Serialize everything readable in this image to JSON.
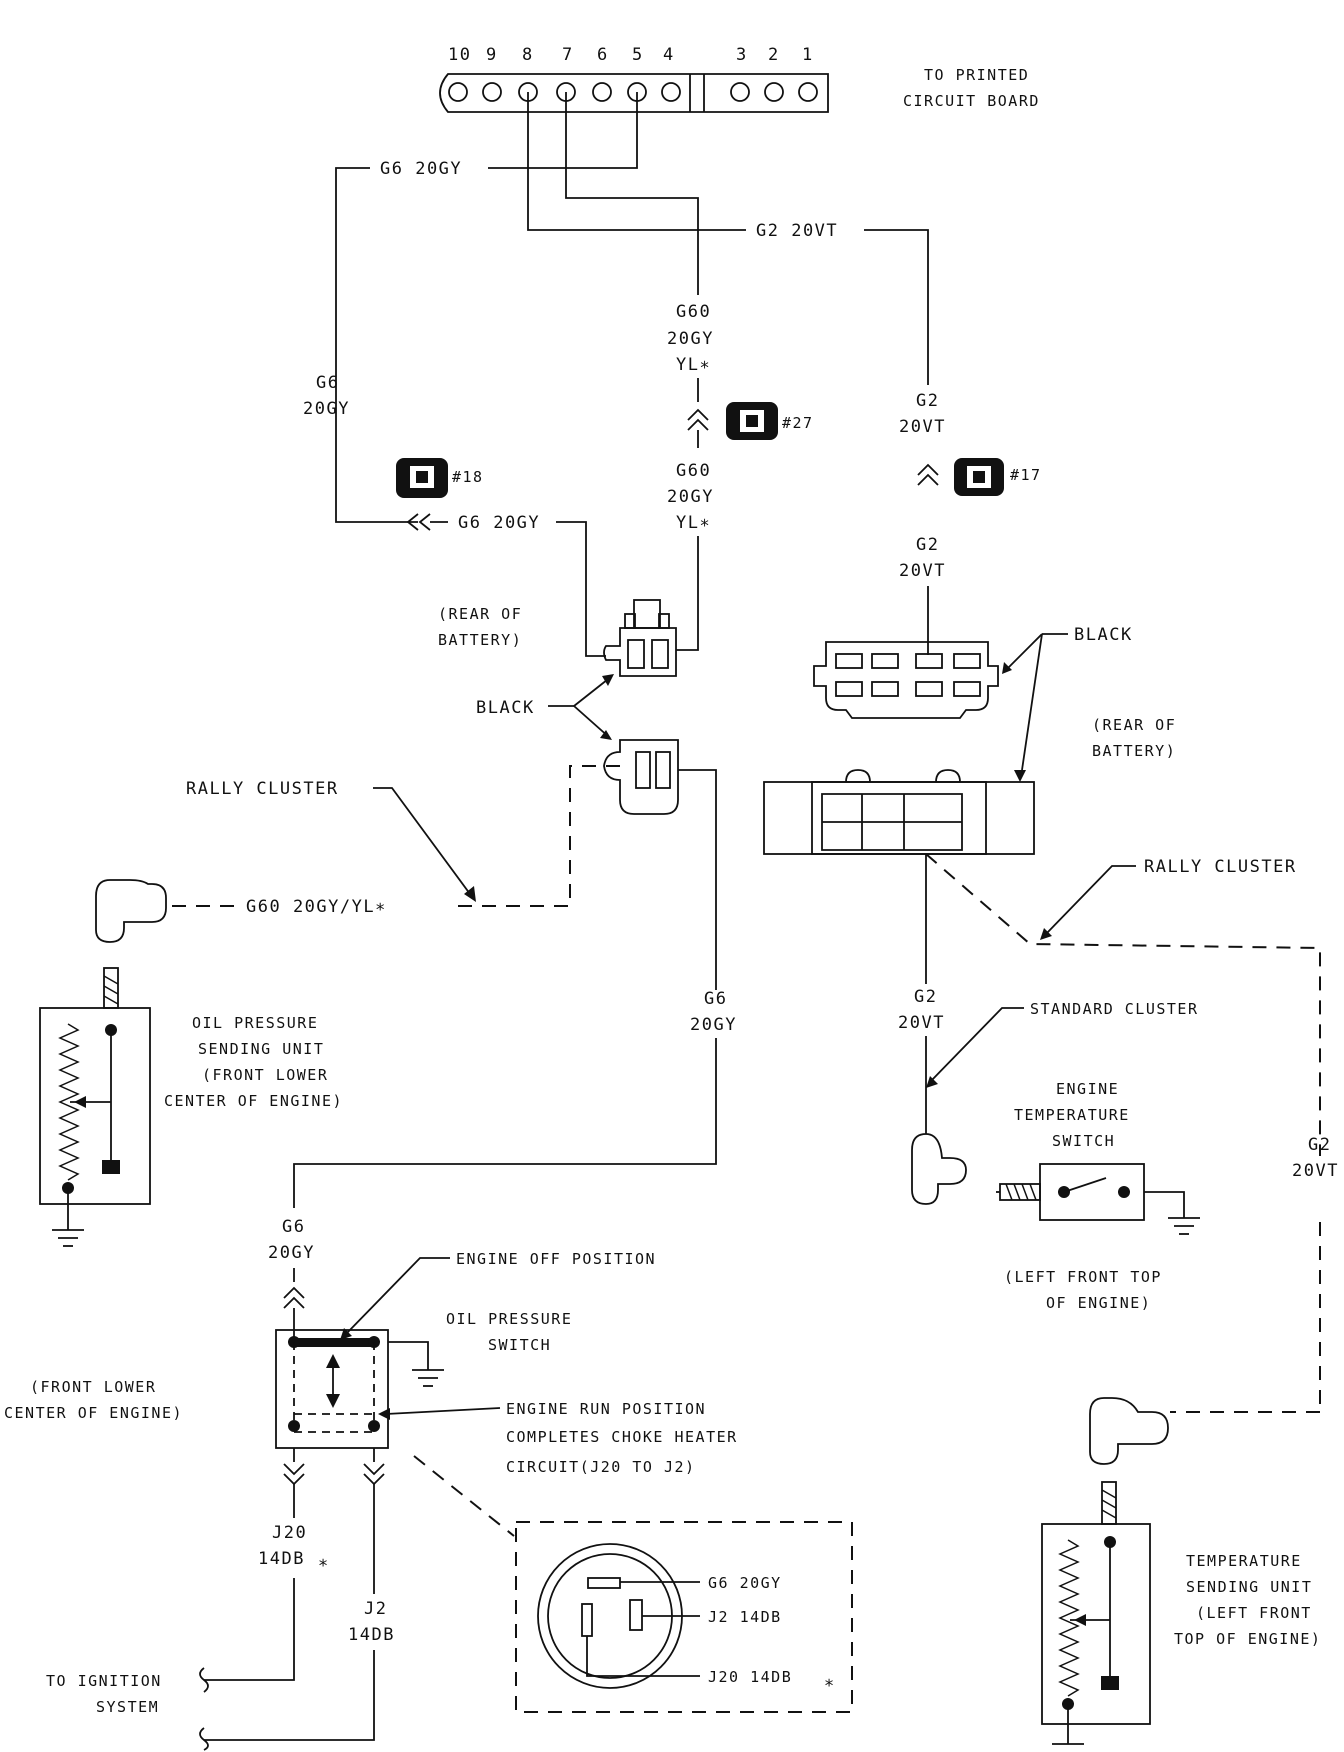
{
  "top_connector": {
    "pins": [
      "10",
      "9",
      "8",
      "7",
      "6",
      "5",
      "4",
      "3",
      "2",
      "1"
    ],
    "label_line1": "TO PRINTED",
    "label_line2": "CIRCUIT BOARD"
  },
  "wires": {
    "g6_20gy": "G6 20GY",
    "g2_20vt": "G2 20VT",
    "g6": "G6",
    "g2": "G2",
    "g60": "G60",
    "20gy": "20GY",
    "20vt": "20VT",
    "yl_star": "YL∗",
    "g60_rally": "G60 20GY/YL∗",
    "j20": "J20",
    "j2": "J2",
    "14db": "14DB",
    "star": "∗"
  },
  "connectors": {
    "c18": "#18",
    "c27": "#27",
    "c17": "#17"
  },
  "labels": {
    "rear_battery_left_1": "(REAR OF",
    "rear_battery_left_2": "BATTERY)",
    "black_left": "BLACK",
    "black_right": "BLACK",
    "rear_battery_right_1": "(REAR OF",
    "rear_battery_right_2": "BATTERY)",
    "rally_cluster_left": "RALLY CLUSTER",
    "rally_cluster_right": "RALLY CLUSTER",
    "standard_cluster": "STANDARD CLUSTER",
    "oil_sender_1": "OIL PRESSURE",
    "oil_sender_2": "SENDING UNIT",
    "oil_sender_3": "(FRONT LOWER",
    "oil_sender_4": "CENTER OF ENGINE)",
    "eng_temp_sw_1": "ENGINE",
    "eng_temp_sw_2": "TEMPERATURE",
    "eng_temp_sw_3": "SWITCH",
    "eng_temp_loc_1": "(LEFT FRONT TOP",
    "eng_temp_loc_2": "OF ENGINE)",
    "engine_off": "ENGINE OFF POSITION",
    "oil_switch_1": "OIL PRESSURE",
    "oil_switch_2": "SWITCH",
    "oil_switch_loc_1": "(FRONT LOWER",
    "oil_switch_loc_2": "CENTER OF ENGINE)",
    "engine_run_1": "ENGINE RUN POSITION",
    "engine_run_2": "COMPLETES CHOKE HEATER",
    "engine_run_3": "CIRCUIT(J20 TO J2)",
    "ignition_1": "TO IGNITION",
    "ignition_2": "SYSTEM",
    "temp_sender_1": "TEMPERATURE",
    "temp_sender_2": "SENDING UNIT",
    "temp_sender_3": "(LEFT FRONT",
    "temp_sender_4": "TOP OF ENGINE)",
    "detail_g6": "G6 20GY",
    "detail_j2": "J2 14DB",
    "detail_j20": "J20 14DB"
  }
}
